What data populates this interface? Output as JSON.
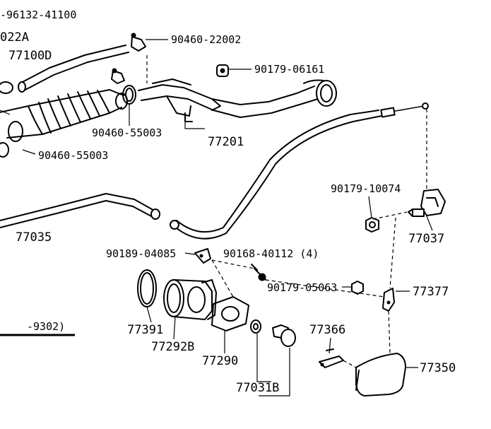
{
  "parts": {
    "p_96132_41100": "-96132-41100",
    "p_022A": "022A",
    "p_77100D": "77100D",
    "p_90460_22002": "90460-22002",
    "p_90179_06161": "90179-06161",
    "p_90460_55003_a": "90460-55003",
    "p_77201": "77201",
    "p_90460_55003_b": "90460-55003",
    "p_90179_10074": "90179-10074",
    "p_77035": "77035",
    "p_77037": "77037",
    "p_90189_04085": "90189-04085",
    "p_90168_40112": "90168-40112 (4)",
    "p_90179_05063": "90179-05063",
    "p_77377": "77377",
    "p_9302": "-9302)",
    "p_77391": "77391",
    "p_77366": "77366",
    "p_77292B": "77292B",
    "p_77350": "77350",
    "p_77290": "77290",
    "p_77031B": "77031B"
  }
}
